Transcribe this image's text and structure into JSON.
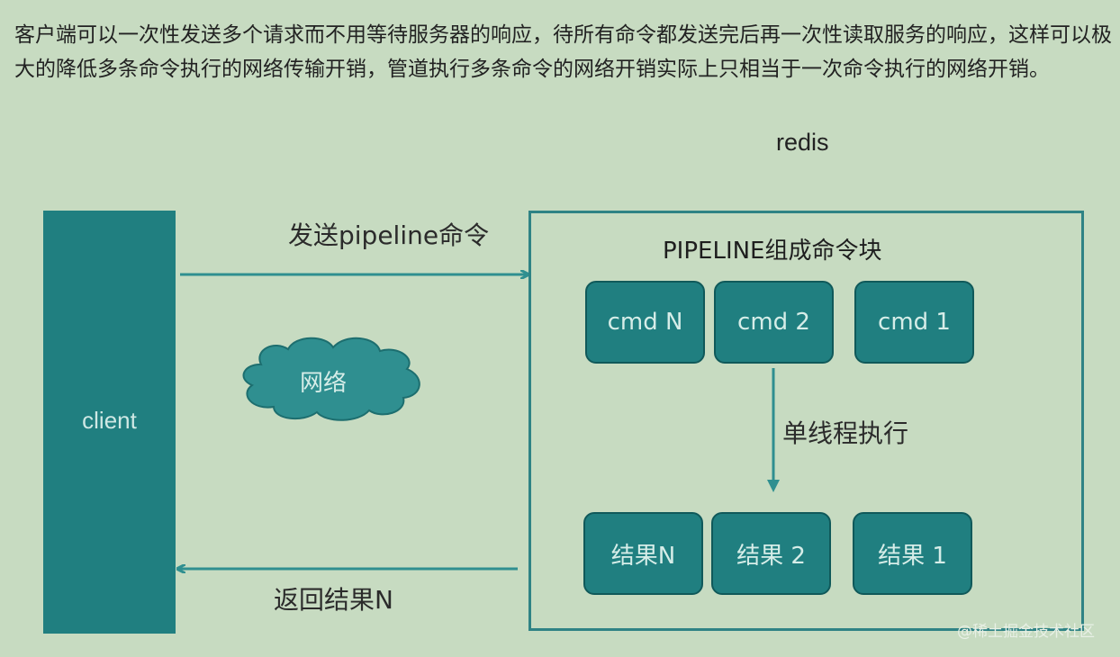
{
  "intro_text": "客户端可以一次性发送多个请求而不用等待服务器的响应，待所有命令都发送完后再一次性读取服务的响应，这样可以极大的降低多条命令执行的网络传输开销，管道执行多条命令的网络开销实际上只相当于一次命令执行的网络开销。",
  "diagram": {
    "redis_label": "redis",
    "client_label": "client",
    "send_label": "发送pipeline命令",
    "return_label": "返回结果N",
    "network_label": "网络",
    "pipeline_title": "PIPELINE组成命令块",
    "commands": [
      "cmd N",
      "cmd 2",
      "cmd 1"
    ],
    "exec_label": "单线程执行",
    "results": [
      "结果N",
      "结果 2",
      "结果 1"
    ]
  },
  "watermark": "@稀土掘金技术社区",
  "colors": {
    "background": "#c7dbc1",
    "teal_block": "#207f80",
    "arrow": "#2f8f90"
  }
}
